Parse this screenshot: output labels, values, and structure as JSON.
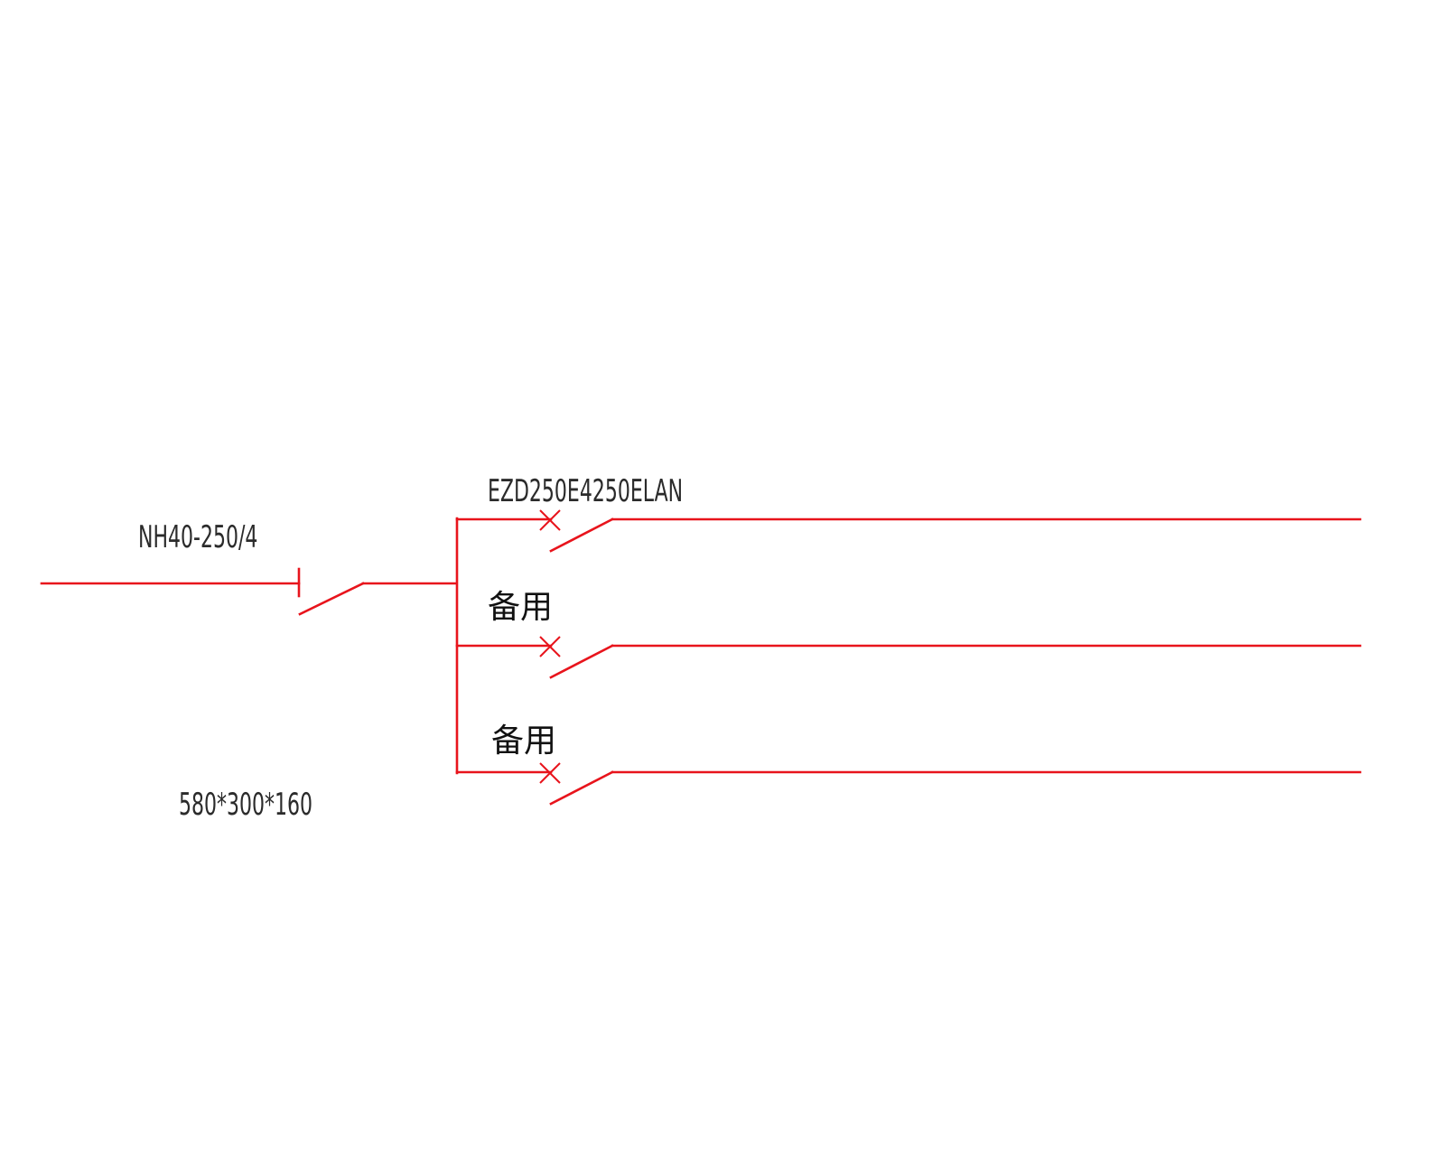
{
  "diagram": {
    "incoming_switch": {
      "model": "NH40-250/4"
    },
    "enclosure": {
      "size": "580*300*160"
    },
    "branches": [
      {
        "label": "EZD250E4250ELAN"
      },
      {
        "label": "备用"
      },
      {
        "label": "备用"
      }
    ],
    "colors": {
      "line": "#e8141c",
      "text": "#2b2b2b",
      "background": "#ffffff"
    }
  }
}
